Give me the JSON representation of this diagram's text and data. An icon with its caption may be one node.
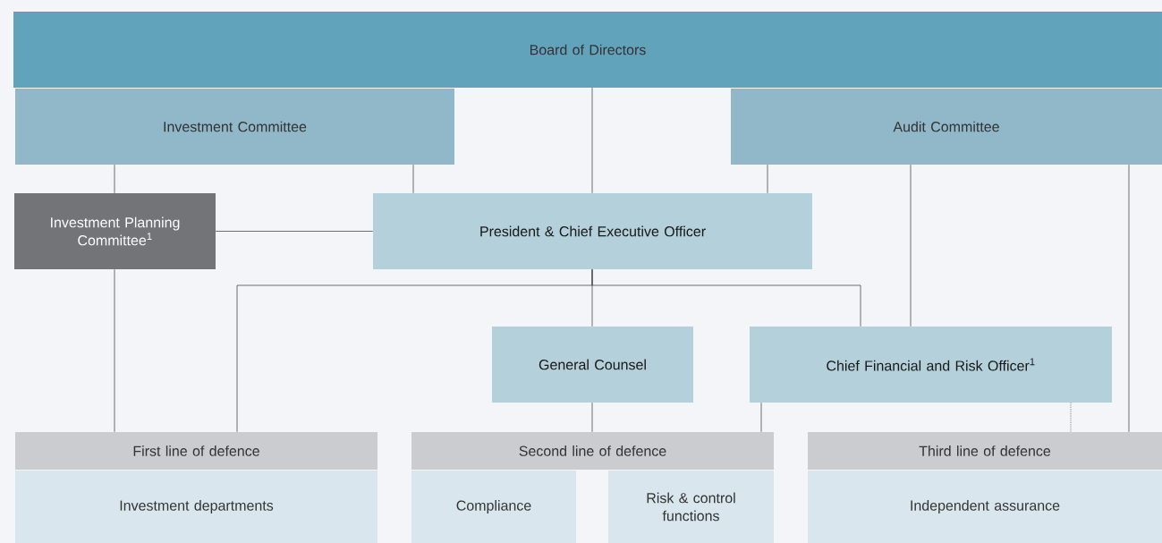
{
  "diagram": {
    "nodes": [
      {
        "text": [
          "Board of Directors"
        ]
      },
      {
        "text": [
          "Investment Committee"
        ]
      },
      {
        "text": [
          "Audit Committee"
        ]
      },
      {
        "text": [
          "Investment Planning Committee$^{1}$"
        ]
      },
      {
        "text": [
          "President & Chief Executive Officer"
        ]
      },
      {
        "text": [
          "General Counsel"
        ]
      },
      {
        "text": [
          "Chief Financial and Risk Officer$^{1}$"
        ]
      },
      {
        "text": [
          "First line of defence"
        ]
      },
      {
        "text": [
          "Investment departments"
        ]
      },
      {
        "text": [
          "Second line of defence"
        ]
      },
      {
        "text": [
          "Compliance"
        ]
      },
      {
        "text": [
          "Risk & control functions"
        ]
      },
      {
        "text": [
          "Third line of defence"
        ]
      },
      {
        "text": [
          "Independent assurance"
        ]
      }
    ],
    "edges": [
      {
        "from": 0,
        "to": 4,
        "arrow": "none"
      },
      {
        "from": 1,
        "to": 3,
        "arrow": "none"
      },
      {
        "from": 1,
        "to": 4,
        "arrow": "none"
      },
      {
        "from": 2,
        "to": 4,
        "arrow": "none"
      },
      {
        "from": 2,
        "to": 6,
        "arrow": "none"
      },
      {
        "from": 2,
        "to": 12,
        "arrow": "none"
      },
      {
        "from": 3,
        "to": 4,
        "arrow": "none"
      },
      {
        "from": 3,
        "to": 7,
        "arrow": "none"
      },
      {
        "from": 4,
        "to": 5,
        "arrow": "none"
      },
      {
        "from": 4,
        "to": 7,
        "arrow": "none"
      },
      {
        "from": 4,
        "to": 6,
        "arrow": "none"
      },
      {
        "from": 5,
        "to": 9,
        "arrow": "none"
      },
      {
        "from": 6,
        "to": 9,
        "arrow": "none"
      },
      {
        "from": 6,
        "to": 12,
        "arrow": "none",
        "style": "dashed"
      }
    ]
  }
}
